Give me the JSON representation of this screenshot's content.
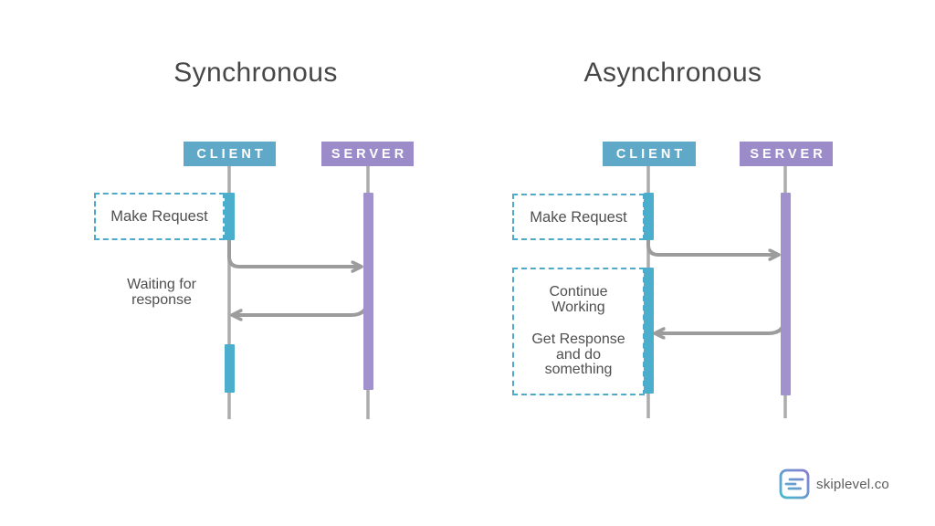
{
  "page": {
    "background": "#ffffff"
  },
  "colors": {
    "client_header": "#5FA8C8",
    "server_header": "#9B8CC9",
    "client_bar": "#4BAECD",
    "server_bar": "#A192CE",
    "lifeline": "#ACACAC",
    "arrow": "#9C9C9C",
    "dashed_border": "#4FA9C8",
    "title_text": "#474747",
    "body_text": "#4F4F4F",
    "brand_text": "#5C5C5C"
  },
  "sync": {
    "title": "Synchronous",
    "client": "CLIENT",
    "server": "SERVER",
    "make_request": "Make Request",
    "waiting_lines": [
      "Waiting for",
      "response"
    ]
  },
  "async": {
    "title": "Asynchronous",
    "client": "CLIENT",
    "server": "SERVER",
    "make_request": "Make Request",
    "continue_lines": [
      "Continue",
      "Working"
    ],
    "response_lines": [
      "Get Response",
      "and do",
      "something"
    ]
  },
  "footer": {
    "brand": "skiplevel.co"
  }
}
